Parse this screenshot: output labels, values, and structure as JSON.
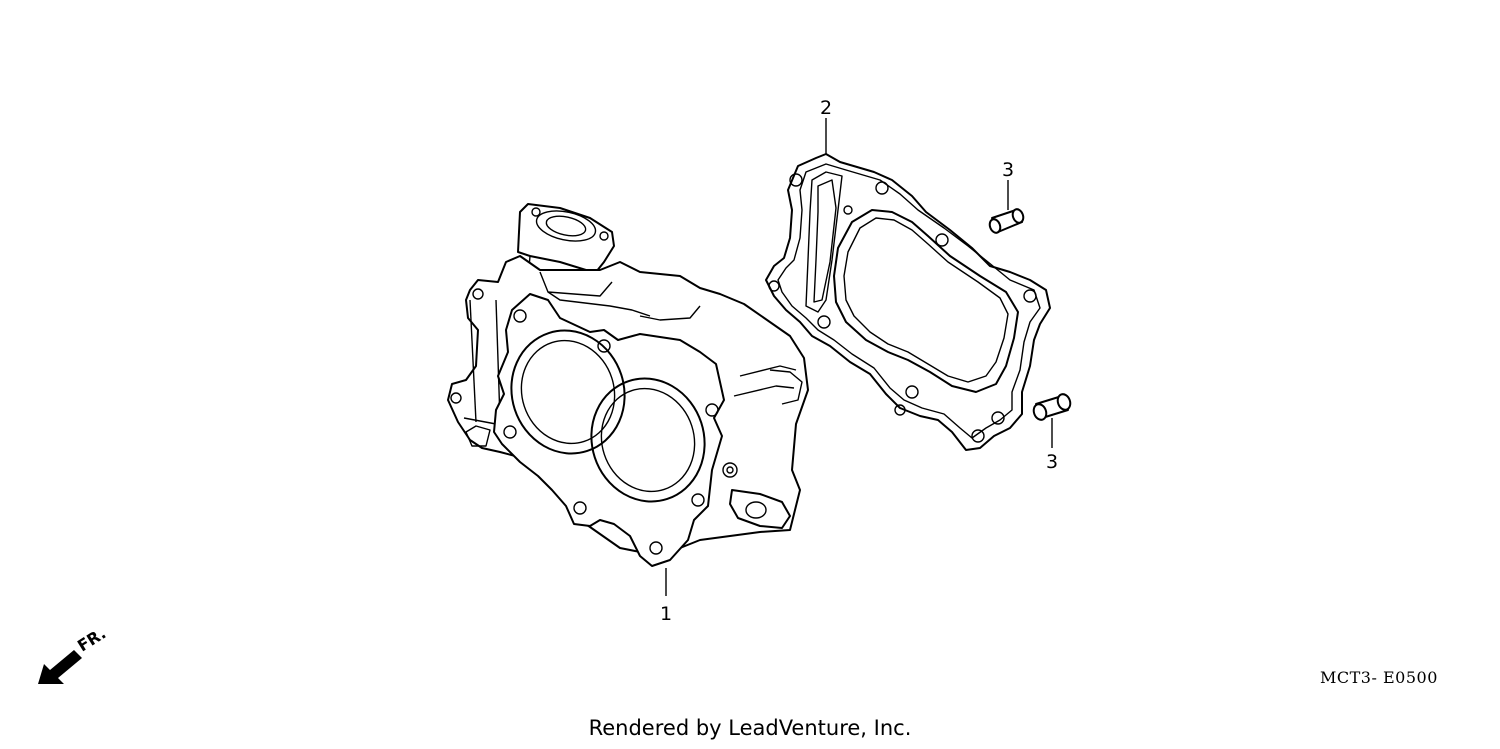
{
  "diagram": {
    "callouts": {
      "cylinder": "1",
      "gasket": "2",
      "dowel_upper": "3",
      "dowel_lower": "3"
    },
    "direction_label": "FR.",
    "drawing_code": "MCT3- E0500",
    "credit": "Rendered by LeadVenture, Inc."
  }
}
